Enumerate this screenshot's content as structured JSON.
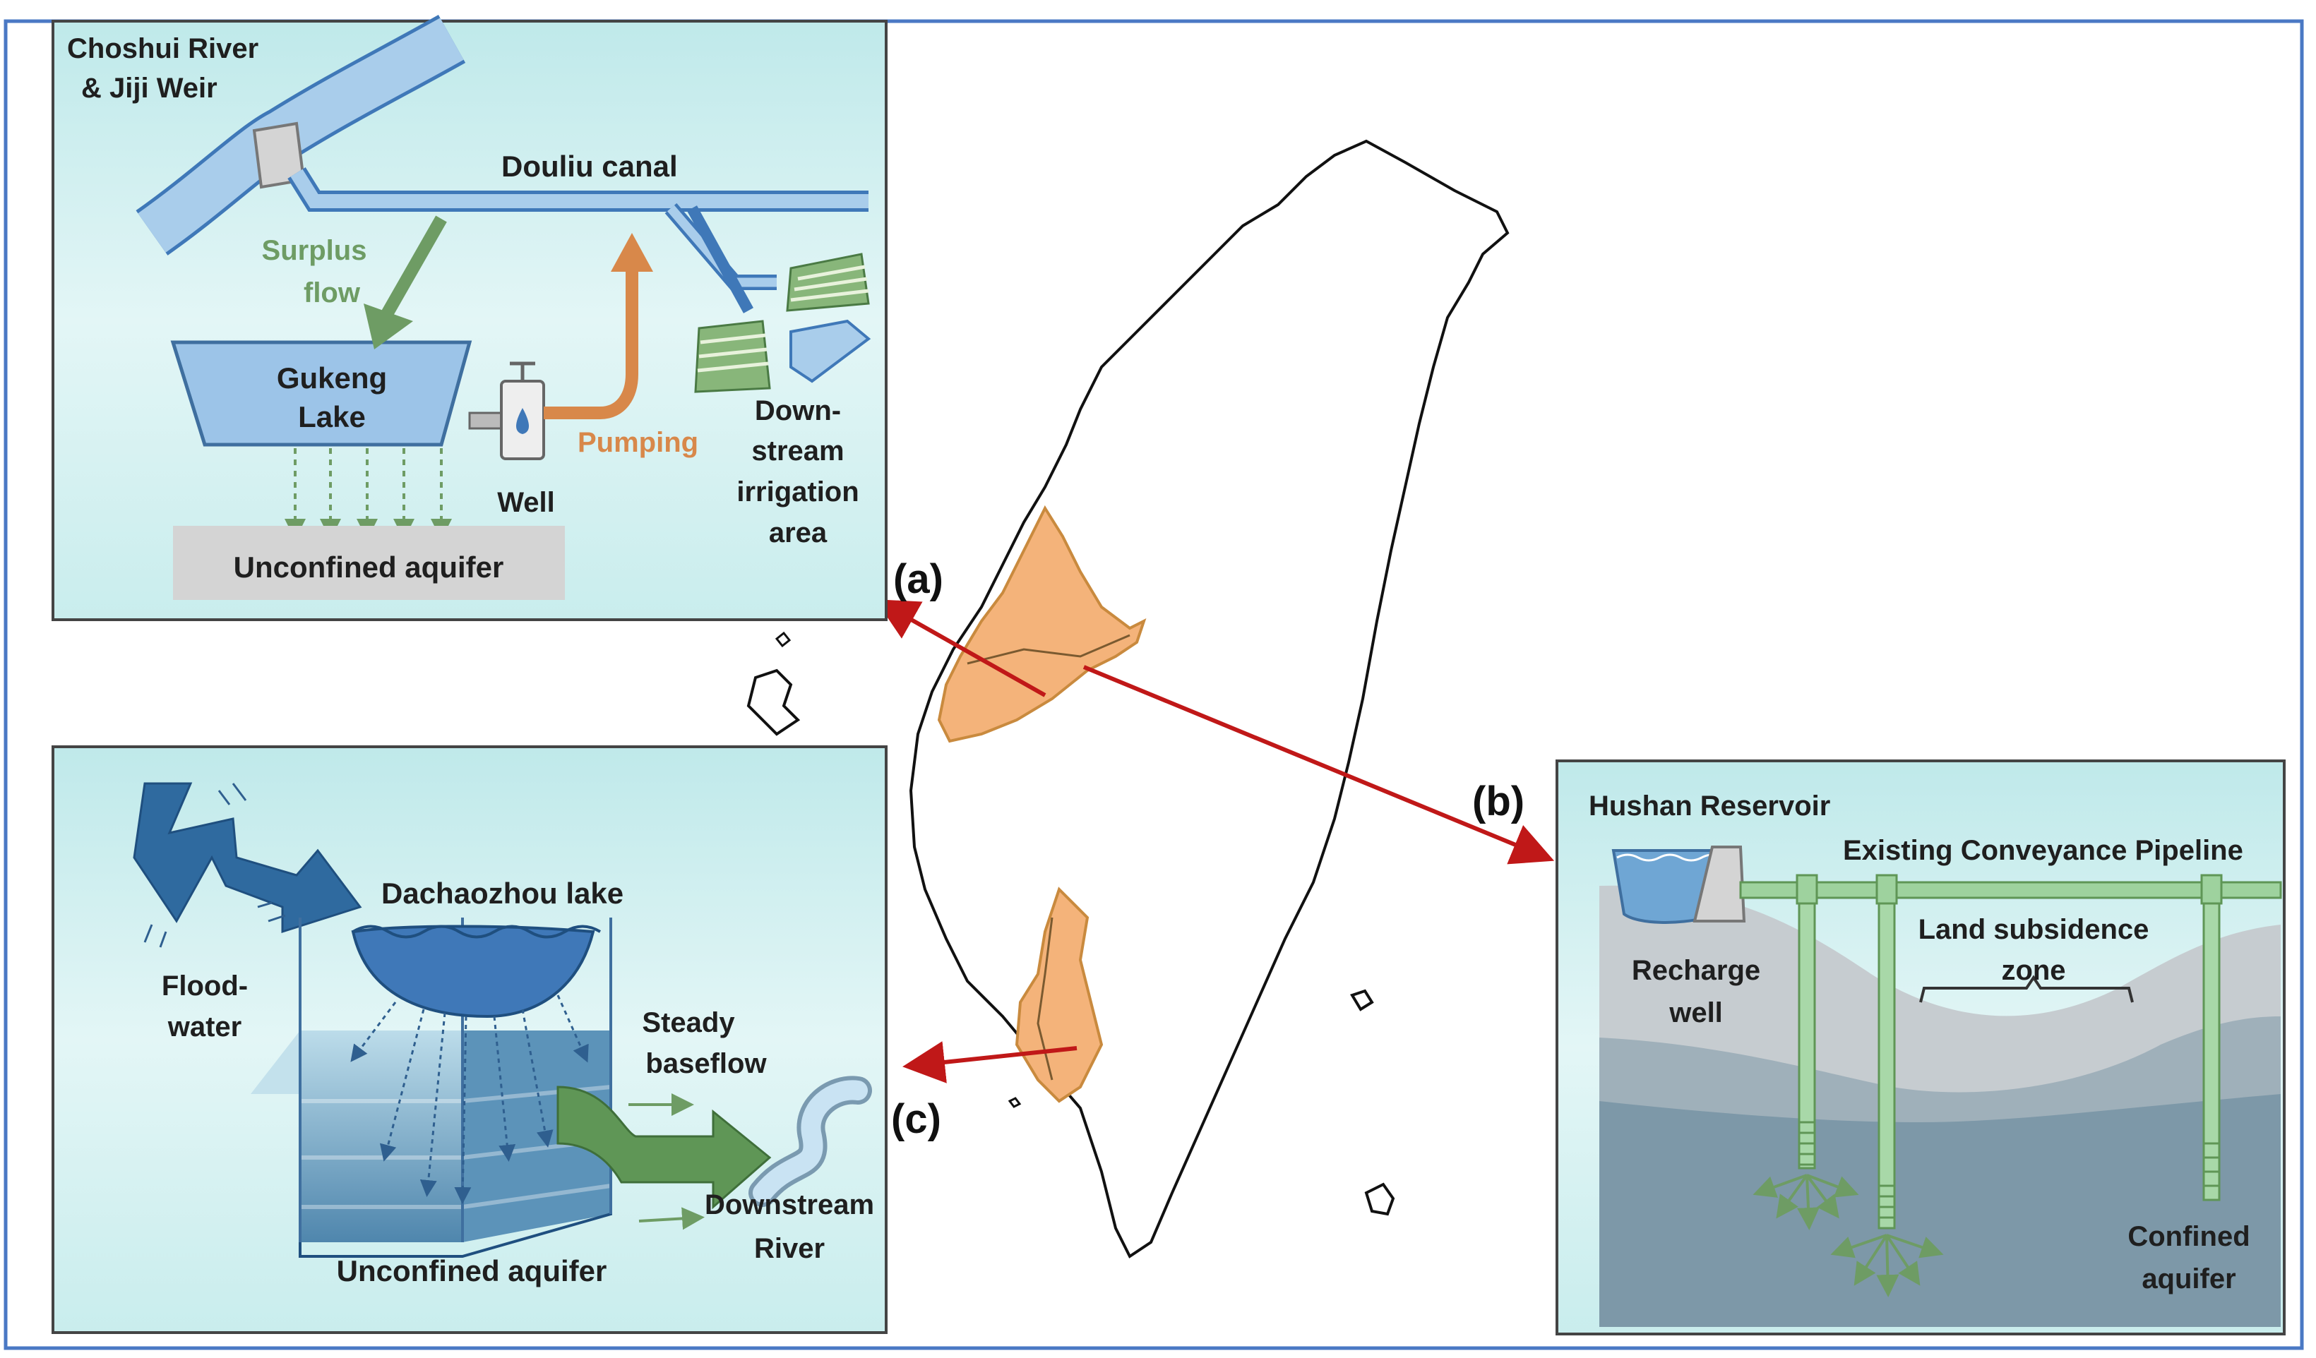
{
  "panel_a": {
    "river_label": [
      "Choshui River",
      "& Jiji Weir"
    ],
    "canal_label": "Douliu canal",
    "surplus_label": [
      "Surplus",
      "flow"
    ],
    "lake_label": [
      "Gukeng",
      "Lake"
    ],
    "well_label": "Well",
    "pumping_label": "Pumping",
    "irrigation_label": [
      "Down-",
      "stream",
      "irrigation",
      "area"
    ],
    "aquifer_label": "Unconfined aquifer"
  },
  "panel_b": {
    "reservoir_label": "Hushan Reservoir",
    "pipeline_label": "Existing Conveyance Pipeline",
    "subsidence_label": [
      "Land subsidence",
      "zone"
    ],
    "recharge_label": [
      "Recharge",
      "well"
    ],
    "confined_label": [
      "Confined",
      "aquifer"
    ]
  },
  "panel_c": {
    "lake_label": "Dachaozhou lake",
    "flood_label": [
      "Flood-",
      "water"
    ],
    "baseflow_label": [
      "Steady",
      "baseflow"
    ],
    "river_label": [
      "Downstream",
      "River"
    ],
    "aquifer_label": "Unconfined aquifer"
  },
  "markers": {
    "a": "(a)",
    "b": "(b)",
    "c": "(c)"
  },
  "colors": {
    "frame": "#4a78c4",
    "panel_fill": "#d4f0f0",
    "river": "#a9cdeb",
    "river_stroke": "#3f78b8",
    "lake": "#9cc4e8",
    "green_arrow": "#6e9c64",
    "orange_arrow": "#d8884a",
    "aquifer_gray": "#d4d4d4",
    "pointer_red": "#c01818",
    "region_orange": "#f4b37a",
    "region_stroke": "#c98a3e",
    "deep_aquifer": "#7d98a8"
  }
}
